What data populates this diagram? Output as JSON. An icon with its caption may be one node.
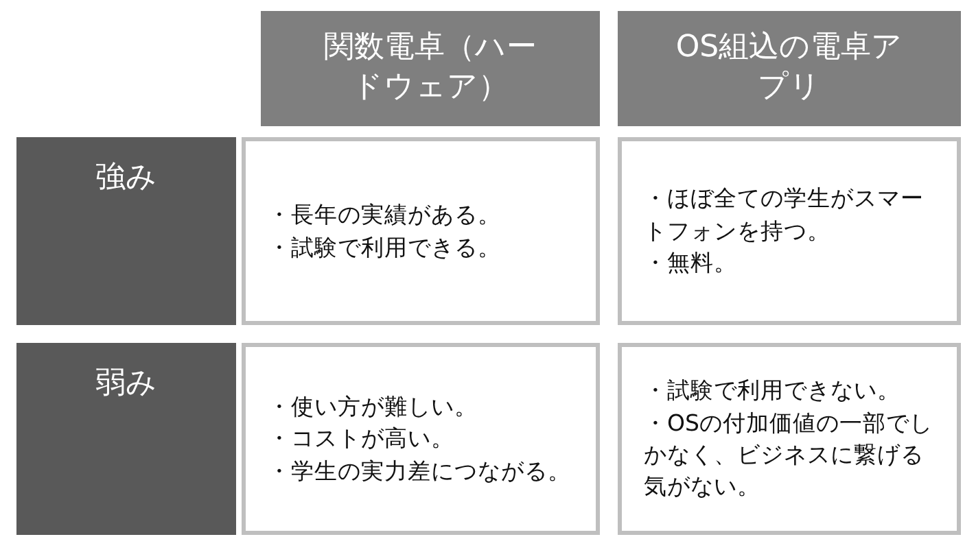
{
  "diagram": {
    "nodes": [
      {
        "text": [
          "関数電卓（ハードウェア）"
        ]
      },
      {
        "text": [
          "OS組込の電卓アプリ"
        ]
      },
      {
        "text": [
          "強み"
        ]
      },
      {
        "text": [
          "・長年の実績がある。",
          "・試験で利用できる。"
        ]
      },
      {
        "text": [
          "・ほぼ全ての学生がスマートフォンを持つ。",
          "・無料。"
        ]
      },
      {
        "text": [
          "弱み"
        ]
      },
      {
        "text": [
          "・使い方が難しい。",
          "・コストが高い。",
          "・学生の実力差につながる。"
        ]
      },
      {
        "text": [
          "・試験で利用できない。",
          "・OSの付加価値の一部でしかなく、ビジネスに繋げる気がない。"
        ]
      }
    ]
  }
}
